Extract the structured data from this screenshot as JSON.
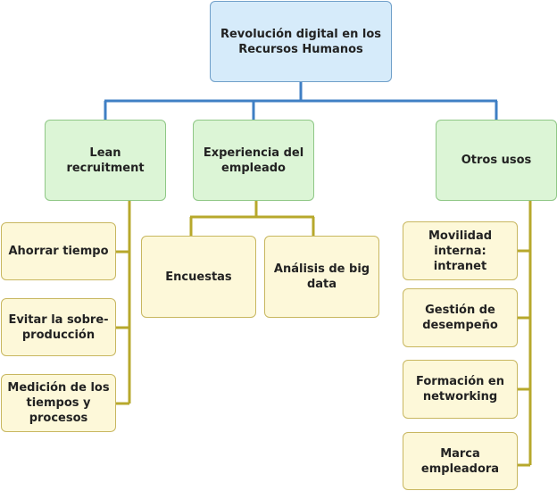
{
  "diagram": {
    "root": {
      "label": "Revolución digital en los Recursos Humanos"
    },
    "branches": [
      {
        "label": "Lean recruitment",
        "children": [
          {
            "label": "Ahorrar tiempo"
          },
          {
            "label": "Evitar la sobre-producción"
          },
          {
            "label": "Medición de los tiempos y procesos"
          }
        ]
      },
      {
        "label": "Experiencia del empleado",
        "children": [
          {
            "label": "Encuestas"
          },
          {
            "label": "Análisis de big data"
          }
        ]
      },
      {
        "label": "Otros usos",
        "children": [
          {
            "label": "Movilidad interna: intranet"
          },
          {
            "label": "Gestión de desempeño"
          },
          {
            "label": "Formación en networking"
          },
          {
            "label": "Marca empleadora"
          }
        ]
      }
    ]
  },
  "colors": {
    "root_fill": "#d6ebfa",
    "root_border": "#6f9fc9",
    "branch_fill": "#dcf5d6",
    "branch_border": "#8fc786",
    "leaf_fill": "#fdf8d9",
    "leaf_border": "#c8b760",
    "root_connector": "#3f7fc4",
    "leaf_connector": "#b7a82c"
  }
}
